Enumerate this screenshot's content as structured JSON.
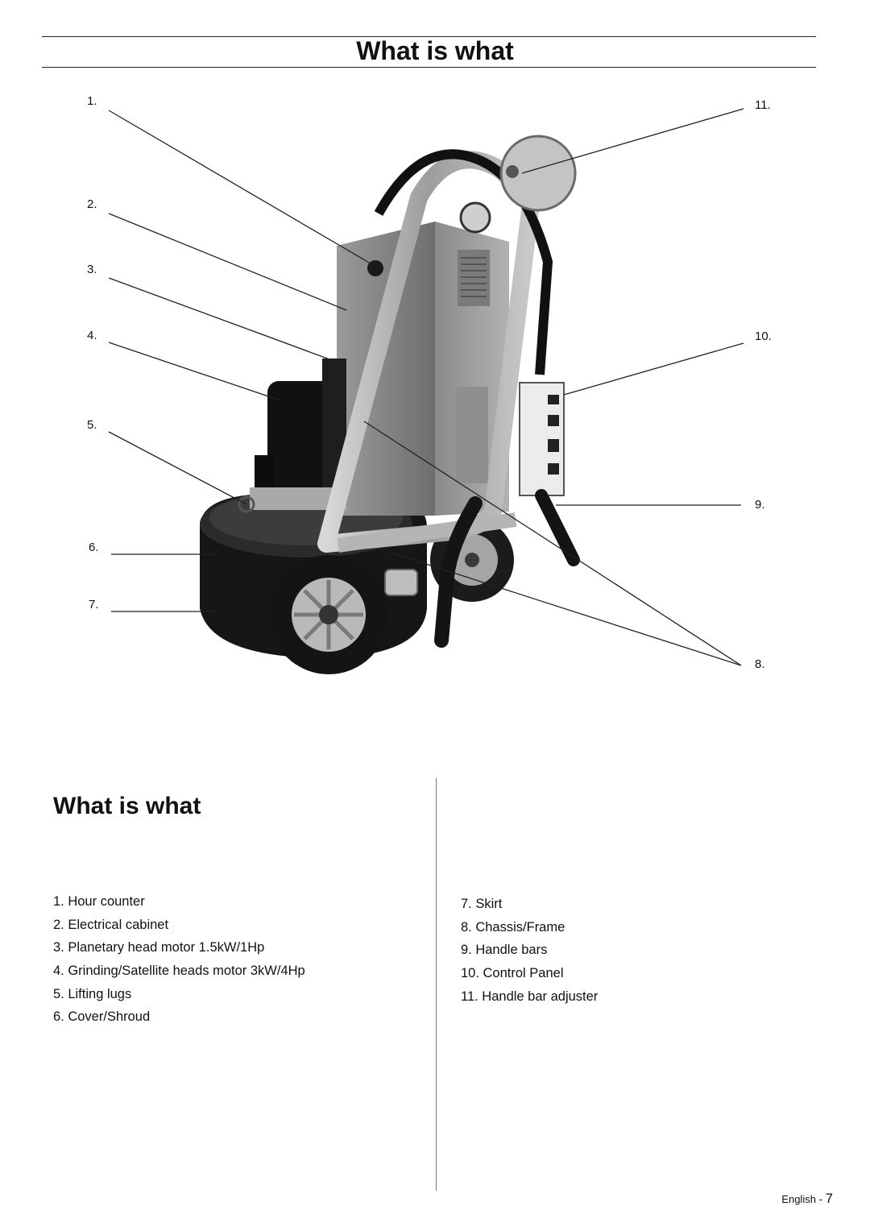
{
  "header": {
    "title": "What is what"
  },
  "figure": {
    "callouts": [
      "1.",
      "2.",
      "3.",
      "4.",
      "5.",
      "6.",
      "7.",
      "8.",
      "9.",
      "10.",
      "11."
    ]
  },
  "section": {
    "title": "What is what",
    "left_items": [
      "1. Hour counter",
      "2. Electrical cabinet",
      "3. Planetary head motor 1.5kW/1Hp",
      "4. Grinding/Satellite heads motor 3kW/4Hp",
      "5. Lifting lugs",
      "6. Cover/Shroud"
    ],
    "right_items": [
      "7. Skirt",
      "8. Chassis/Frame",
      "9. Handle bars",
      "10. Control Panel",
      "11. Handle bar adjuster"
    ]
  },
  "footer": {
    "language": "English",
    "separator": "-",
    "page_number": "7"
  }
}
